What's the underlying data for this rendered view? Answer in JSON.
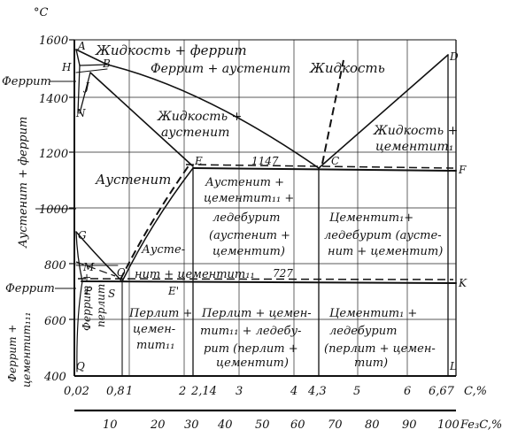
{
  "axis": {
    "y_unit": "°C",
    "y_ticks": [
      "1600",
      "1400",
      "1200",
      "1000",
      "800",
      "600",
      "400"
    ],
    "x_ticks_c": [
      "0,02",
      "0,8",
      "1",
      "2",
      "2,14",
      "3",
      "4",
      "4,3",
      "5",
      "6",
      "6,67"
    ],
    "x_unit_c": "C,%",
    "x_ticks_fe3c": [
      "10",
      "20",
      "30",
      "40",
      "50",
      "60",
      "70",
      "80",
      "90",
      "100"
    ],
    "x_unit_fe3c": "Fe₃C,%"
  },
  "points": {
    "A": "A",
    "B": "B",
    "H": "H",
    "J": "J",
    "N": "N",
    "E": "E",
    "C": "C",
    "D": "D",
    "F": "F",
    "G": "G",
    "P": "P",
    "S": "S",
    "K": "K",
    "M": "M",
    "O": "O",
    "Q": "Q",
    "L": "L",
    "E2": "E'"
  },
  "temps": {
    "t1147": "1147",
    "t727": "727"
  },
  "regions": {
    "liquid_ferrite": "Жидкость + феррит",
    "ferrite_austenite": "Феррит + аустенит",
    "liquid": "Жидкость",
    "liquid_austenite_1": "Жидкость +",
    "liquid_austenite_2": "аустенит",
    "liquid_cementite_1": "Жидкость +",
    "liquid_cementite_2": "цементит₁",
    "austenite": "Аустенит",
    "aust_cem_led_1": "Аустенит +",
    "aust_cem_led_2": "цементит₁₁ +",
    "aust_cem_led_3": "ледебурит",
    "aust_cem_led_4": "(аустенит +",
    "aust_cem_led_5": "цементит)",
    "cem_led_1": "Цементит₁+",
    "cem_led_2": "ледебурит (аусте-",
    "cem_led_3": "нит + цементит)",
    "aust_cem_1": "Аусте-",
    "aust_cem_2": "нит + цементит₁₁",
    "pearl_cem_1": "Перлит +",
    "pearl_cem_2": "цемен-",
    "pearl_cem_3": "тит₁₁",
    "pearl_cem_led_1": "Перлит + цемен-",
    "pearl_cem_led_2": "тит₁₁ + ледебу-",
    "pearl_cem_led_3": "рит (перлит +",
    "pearl_cem_led_4": "цементит)",
    "cemI_led_1": "Цементит₁ +",
    "cemI_led_2": "ледебурит",
    "cemI_led_3": "(перлит + цемен-",
    "cemI_led_4": "тит)",
    "ferrite_pearl_1": "Феррит +",
    "ferrite_pearl_2": "перлит"
  },
  "side_labels": {
    "ferrite_top": "Феррит",
    "austenite_ferrite": "Аустенит + феррит",
    "ferrite_mid": "Феррит",
    "ferrite_cem_1": "Феррит +",
    "ferrite_cem_2": "цементит₁₁₁"
  }
}
